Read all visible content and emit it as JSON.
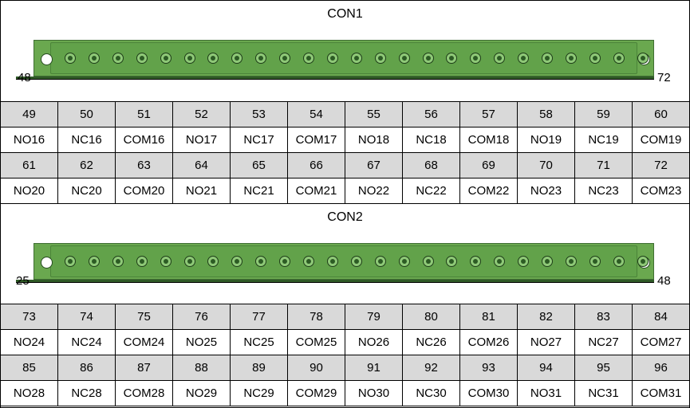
{
  "connectors": [
    {
      "title": "CON1",
      "left_pin": "48",
      "right_pin": "72",
      "rows": [
        {
          "numbers": [
            "49",
            "50",
            "51",
            "52",
            "53",
            "54",
            "55",
            "56",
            "57",
            "58",
            "59",
            "60"
          ],
          "signals": [
            "NO16",
            "NC16",
            "COM16",
            "NO17",
            "NC17",
            "COM17",
            "NO18",
            "NC18",
            "COM18",
            "NO19",
            "NC19",
            "COM19"
          ]
        },
        {
          "numbers": [
            "61",
            "62",
            "63",
            "64",
            "65",
            "66",
            "67",
            "68",
            "69",
            "70",
            "71",
            "72"
          ],
          "signals": [
            "NO20",
            "NC20",
            "COM20",
            "NO21",
            "NC21",
            "COM21",
            "NO22",
            "NC22",
            "COM22",
            "NO23",
            "NC23",
            "COM23"
          ]
        }
      ]
    },
    {
      "title": "CON2",
      "left_pin": "25",
      "right_pin": "48",
      "rows": [
        {
          "numbers": [
            "73",
            "74",
            "75",
            "76",
            "77",
            "78",
            "79",
            "80",
            "81",
            "82",
            "83",
            "84"
          ],
          "signals": [
            "NO24",
            "NC24",
            "COM24",
            "NO25",
            "NC25",
            "COM25",
            "NO26",
            "NC26",
            "COM26",
            "NO27",
            "NC27",
            "COM27"
          ]
        },
        {
          "numbers": [
            "85",
            "86",
            "87",
            "88",
            "89",
            "90",
            "91",
            "92",
            "93",
            "94",
            "95",
            "96"
          ],
          "signals": [
            "NO28",
            "NC28",
            "COM28",
            "NO29",
            "NC29",
            "COM29",
            "NO30",
            "NC30",
            "COM30",
            "NO31",
            "NC31",
            "COM31"
          ]
        }
      ]
    }
  ],
  "colors": {
    "terminal_green": "#6aa84f",
    "number_row_bg": "#d9d9d9"
  }
}
